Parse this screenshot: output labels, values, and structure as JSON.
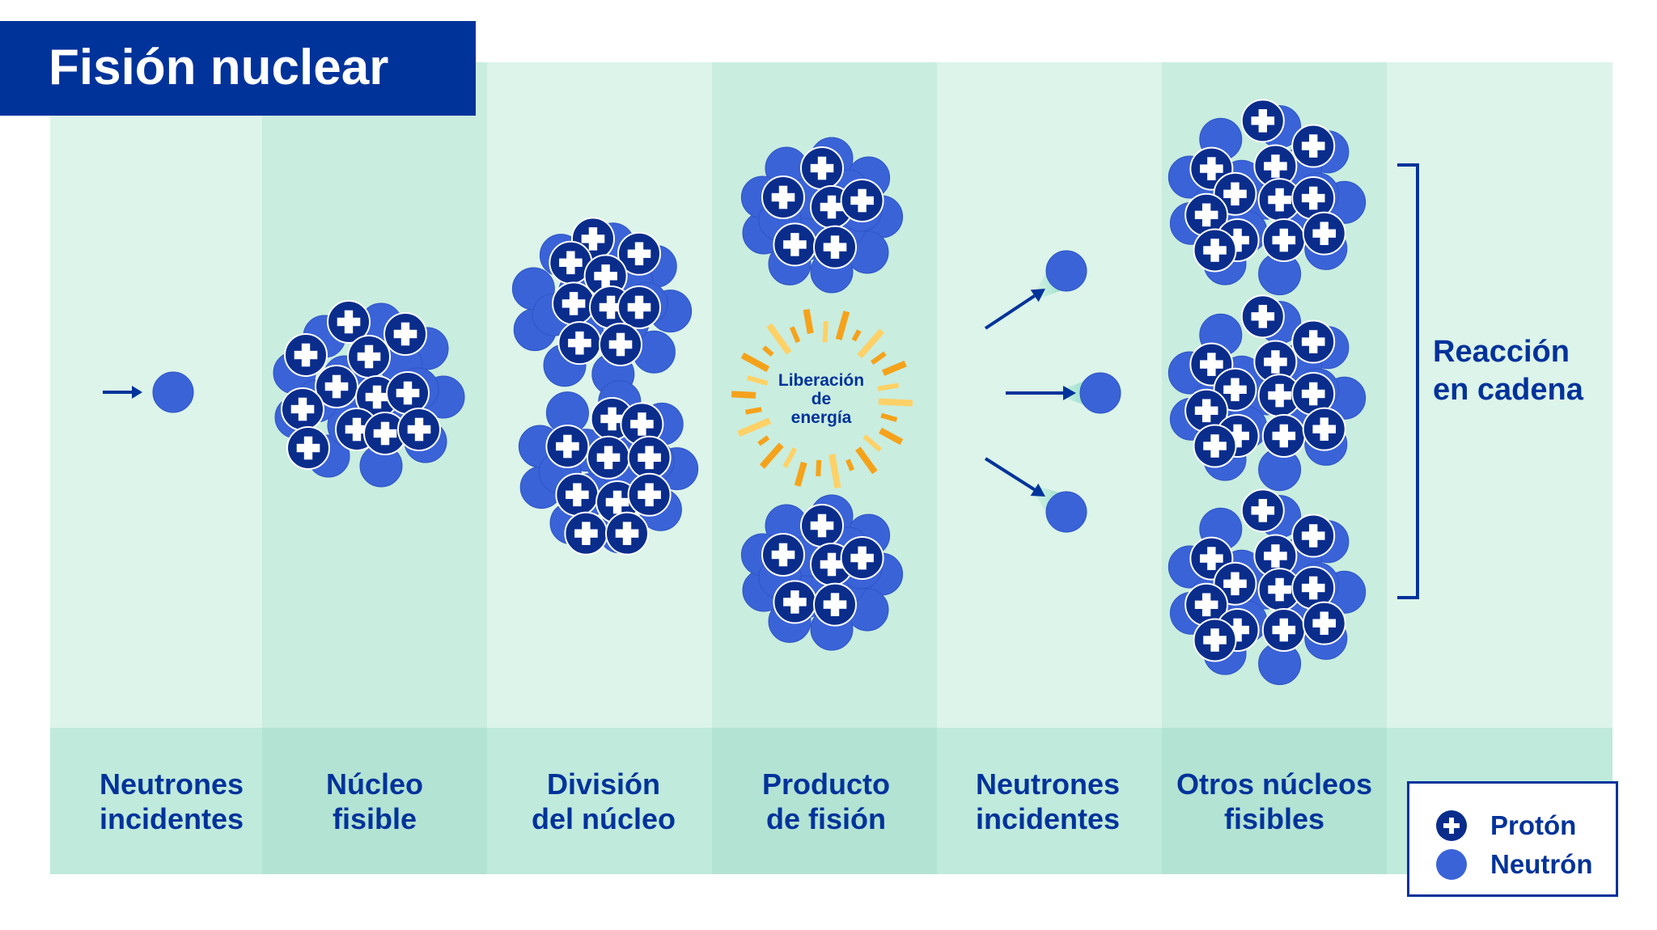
{
  "title": "Fisión nuclear",
  "steps": [
    "Neutrones\nincidentes",
    "Núcleo\nfisible",
    "División\ndel núcleo",
    "Producto\nde fisión",
    "Neutrones\nincidentes",
    "Otros núcleos\nfisibles"
  ],
  "energy_label": "Liberación\nde\nenergía",
  "chain_label": "Reacción\nen cadena",
  "legend": {
    "proton": "Protón",
    "neutron": "Neutrón"
  },
  "colors": {
    "proton": "#0a2d8c",
    "neutron": "#3a63d8",
    "title_bg": "#00339a",
    "text": "#00339a",
    "energy_orange": "#f5a21b",
    "energy_yellow": "#ffd166"
  }
}
